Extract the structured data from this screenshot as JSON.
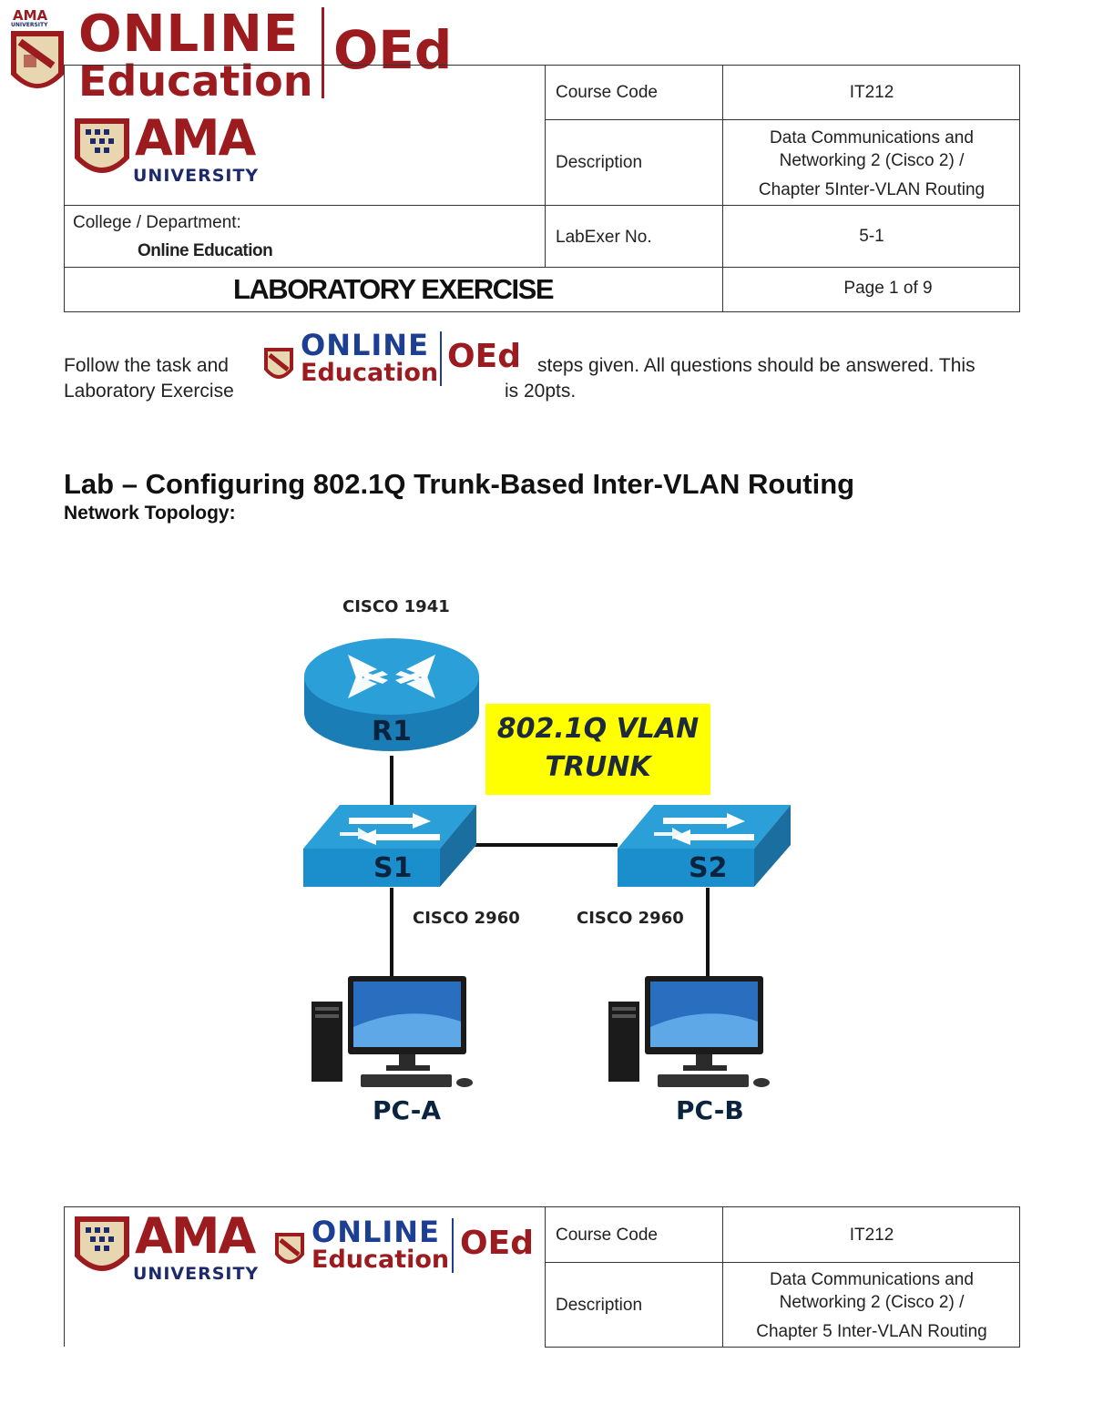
{
  "header": {
    "course_code_label": "Course Code",
    "course_code_value": "IT212",
    "description_label": "Description",
    "description_line1": "Data Communications and",
    "description_line2": "Networking 2 (Cisco 2) /",
    "description_line3": "Chapter 5Inter-VLAN Routing",
    "college_label": "College / Department:",
    "college_value": "Online Education",
    "labexer_label": "LabExer No.",
    "labexer_value": "5-1",
    "exercise_title": "LABORATORY EXERCISE",
    "page_info": "Page 1 of 9"
  },
  "logos": {
    "online_word": "ONLINE",
    "education_word": "Education",
    "oed_word": "OEd",
    "ama_word": "AMA",
    "university_word": "UNIVERSITY",
    "ama_small": "AMA",
    "university_small": "UNIVERSITY"
  },
  "intro": {
    "left_line1": "Follow the task and",
    "left_line2": "Laboratory Exercise",
    "right_line1": "steps given. All questions should be answered. This",
    "right_line2": "is 20pts."
  },
  "lab": {
    "title": "Lab – Configuring 802.1Q Trunk-Based Inter-VLAN Routing",
    "subheading": "Network Topology:"
  },
  "diagram": {
    "router_model": "CISCO 1941",
    "router_name": "R1",
    "trunk_line1": "802.1Q VLAN",
    "trunk_line2": "TRUNK",
    "switch1_name": "S1",
    "switch2_name": "S2",
    "switch1_model": "CISCO 2960",
    "switch2_model": "CISCO 2960",
    "pc_a": "PC-A",
    "pc_b": "PC-B",
    "colors": {
      "device_blue": "#2b9fd8",
      "device_dark_blue": "#1a7db5",
      "trunk_box": "#ffff00",
      "brand_red": "#9b1b1f",
      "brand_navy": "#1c2a6b"
    }
  },
  "footer": {
    "course_code_label": "Course Code",
    "course_code_value": "IT212",
    "description_label": "Description",
    "description_line1": "Data Communications and",
    "description_line2": "Networking 2 (Cisco 2) /",
    "description_line3": "Chapter 5 Inter-VLAN Routing"
  }
}
